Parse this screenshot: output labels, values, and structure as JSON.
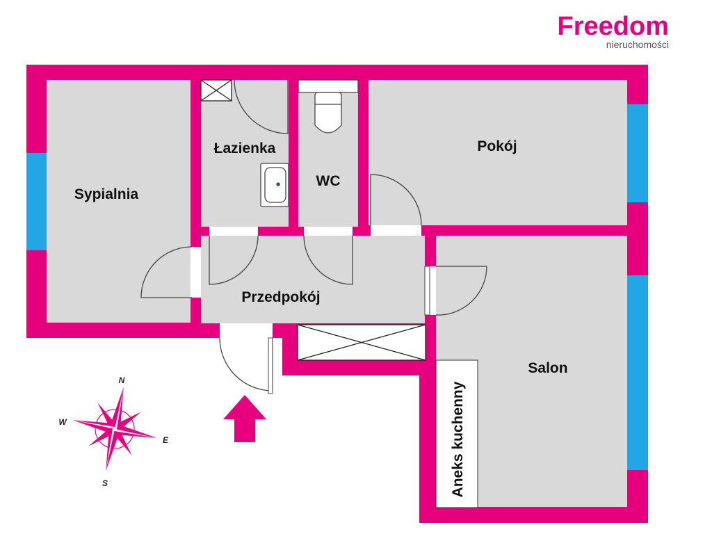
{
  "logo": {
    "name": "Freedom",
    "tagline": "nieruchomości"
  },
  "rooms": {
    "sypialnia": "Sypialnia",
    "lazienka": "Łazienka",
    "wc": "WC",
    "pokoj": "Pokój",
    "przedpokoj": "Przedpokój",
    "salon": "Salon",
    "aneks": "Aneks kuchenny"
  },
  "compass": {
    "n": "N",
    "e": "E",
    "s": "S",
    "w": "W"
  },
  "icons": {
    "entrance": "entrance-arrow-icon",
    "compass": "compass-rose-icon",
    "toilet": "toilet-icon",
    "sink": "sink-icon"
  },
  "colors": {
    "wall": "#e6007e",
    "floor": "#d9d9d9",
    "window": "#22a6e6",
    "background": "#ffffff"
  }
}
